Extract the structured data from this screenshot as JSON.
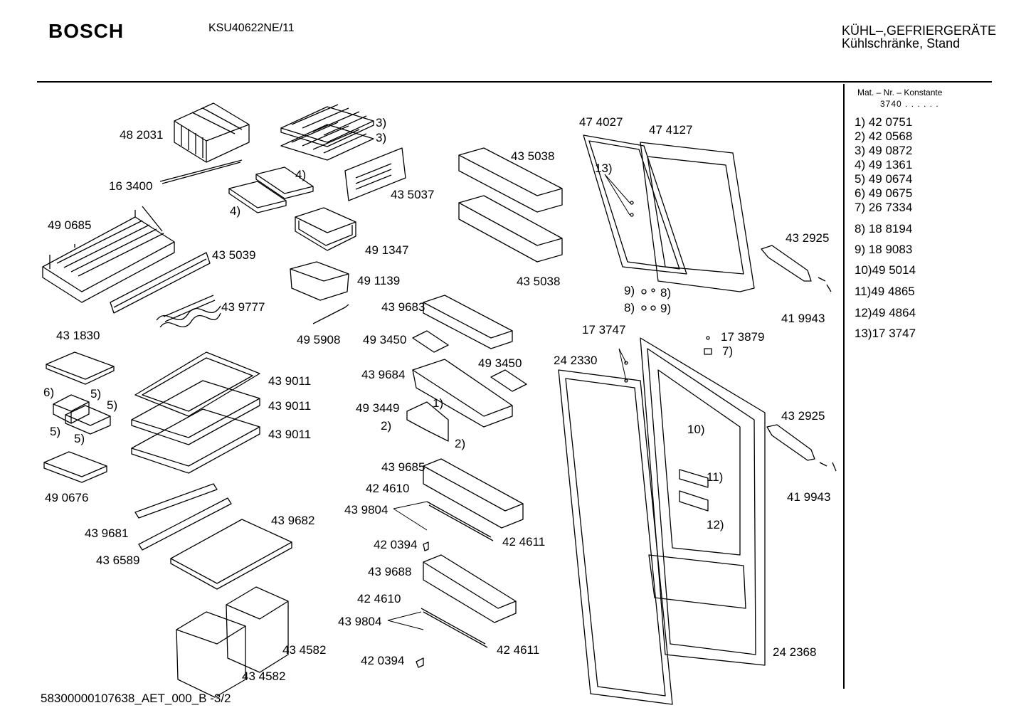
{
  "header": {
    "brand": "BOSCH",
    "model": "KSU40622NE/11",
    "category_line1": "KÜHL–,GEFRIERGERÄTE",
    "category_line2": "Kühlschränke, Stand"
  },
  "legend": {
    "heading": "Mat. – Nr. – Konstante",
    "constant": "3740 . . . . . .",
    "items": [
      {
        "text": "1)  42 0751"
      },
      {
        "text": "2)  42 0568"
      },
      {
        "text": "3)  49 0872"
      },
      {
        "text": "4)  49 1361"
      },
      {
        "text": "5)  49 0674"
      },
      {
        "text": "6)  49 0675"
      },
      {
        "text": "7)  26 7334"
      },
      {
        "text": "8)  18 8194"
      },
      {
        "text": "9)  18 9083"
      },
      {
        "text": "10)49 5014"
      },
      {
        "text": "11)49 4865"
      },
      {
        "text": "12)49 4864"
      },
      {
        "text": "13)17 3747"
      }
    ]
  },
  "parts": [
    "48 2031",
    "16 3400",
    "3)",
    "3)",
    "4)",
    "4)",
    "43 5037",
    "49 1347",
    "49 0685",
    "43 5039",
    "43 9777",
    "49 1139",
    "49 5908",
    "43 1830",
    "6)",
    "5)",
    "5)",
    "5)",
    "5)",
    "43 9011",
    "43 9011",
    "43 9011",
    "49 0676",
    "43 9681",
    "43 6589",
    "43 9682",
    "43 4582",
    "43 4582",
    "43 5038",
    "43 5038",
    "43 9683",
    "49 3450",
    "49 3450",
    "43 9684",
    "49 3449",
    "1)",
    "2)",
    "2)",
    "43 9685",
    "42 4610",
    "43 9804",
    "42 0394",
    "42 4611",
    "43 9688",
    "42 4610",
    "43 9804",
    "42 0394",
    "42 4611",
    "47 4027",
    "47 4127",
    "13)",
    "43 2925",
    "41 9943",
    "9)",
    "8)",
    "8)",
    "9)",
    "17 3747",
    "17 3879",
    "7)",
    "24 2330",
    "10)",
    "11)",
    "12)",
    "43 2925",
    "41 9943",
    "24 2368"
  ],
  "footer": "58300000107638_AET_000_B  -3/2"
}
